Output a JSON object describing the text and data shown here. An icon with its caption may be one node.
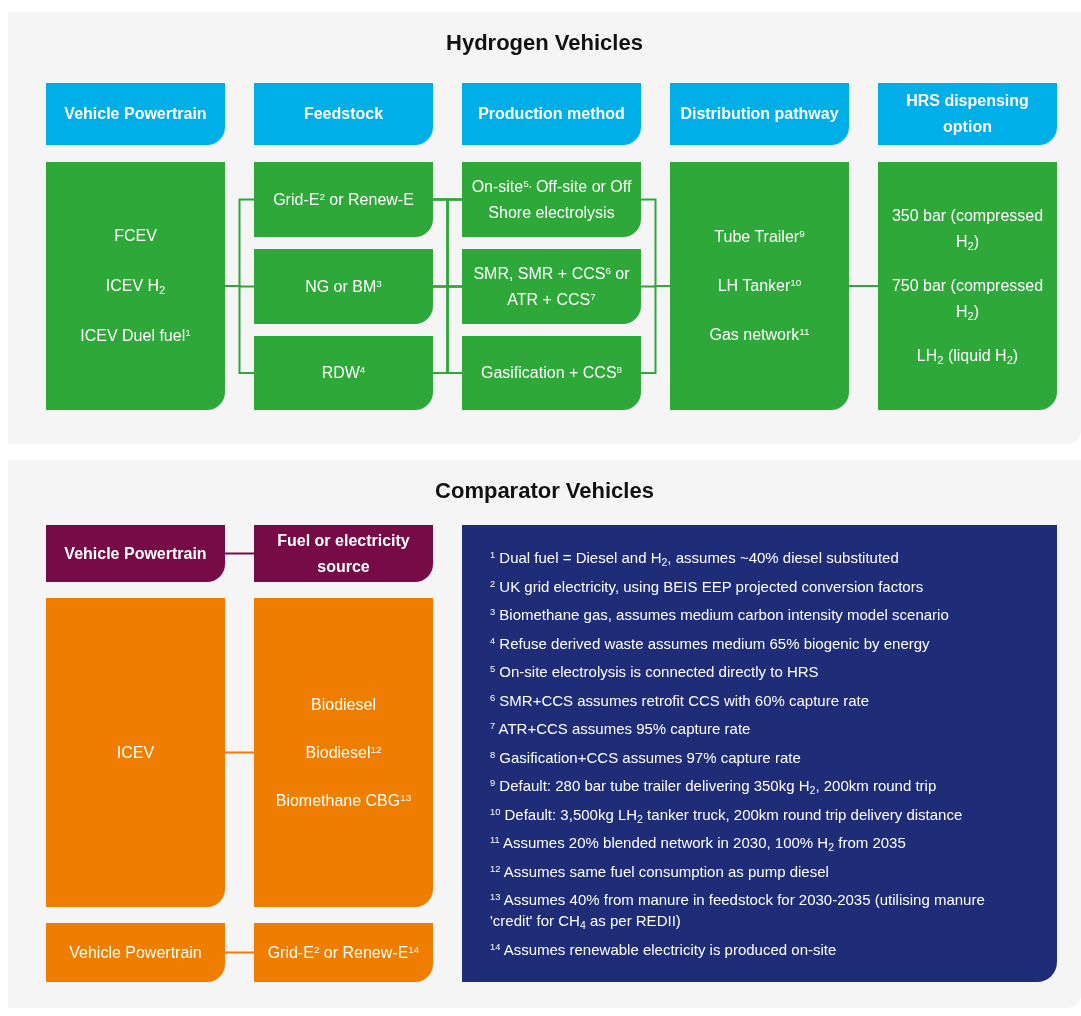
{
  "diagram": {
    "nodes": [
      {
        "text": [
          "Hydrogen Vehicles"
        ]
      },
      {
        "text": [
          "Vehicle Powertrain"
        ],
        "in": 0
      },
      {
        "text": [
          "Feedstock"
        ],
        "in": 0
      },
      {
        "text": [
          "Production method"
        ],
        "in": 0
      },
      {
        "text": [
          "Distribution pathway"
        ],
        "in": 0
      },
      {
        "text": [
          "HRS dispensing option"
        ],
        "in": 0
      },
      {
        "text": [
          "FCEV",
          "ICEV H$_{2}$",
          "ICEV Duel fuel$^{1}$"
        ],
        "in": 0
      },
      {
        "text": [
          "Grid-E$^{2}$ or Renew-E"
        ],
        "in": 0
      },
      {
        "text": [
          "NG or BM$^{3}$"
        ],
        "in": 0
      },
      {
        "text": [
          "RDW$^{4}$"
        ],
        "in": 0
      },
      {
        "text": [
          "On-site$^{5,}$ Off-site or Off Shore electrolysis"
        ],
        "in": 0
      },
      {
        "text": [
          "SMR, SMR + CCS$^{6}$ or ATR + CCS$^{7}$"
        ],
        "in": 0
      },
      {
        "text": [
          "Gasification + CCS$^{8}$"
        ],
        "in": 0
      },
      {
        "text": [
          "Tube Trailer$^{9}$",
          "LH Tanker$^{10}$",
          "Gas network$^{11}$"
        ],
        "in": 0
      },
      {
        "text": [
          "350 bar (compressed H$_{2}$)",
          "750 bar (compressed H$_{2}$)",
          "LH$_{2}$ (liquid H$_{2}$)"
        ],
        "in": 0
      },
      {
        "text": [
          "Comparator Vehicles"
        ]
      },
      {
        "text": [
          "Vehicle Powertrain"
        ],
        "in": 15
      },
      {
        "text": [
          "Fuel or electricity source"
        ],
        "in": 15
      },
      {
        "text": [
          "ICEV"
        ],
        "in": 15
      },
      {
        "text": [
          "Biodiesel",
          "Biodiesel$^{12}$",
          "Biomethane CBG$^{13}$"
        ],
        "in": 15
      },
      {
        "text": [
          "Vehicle Powertrain"
        ],
        "in": 15
      },
      {
        "text": [
          "Grid-E$^{2}$ or Renew-E$^{14}$"
        ],
        "in": 15
      },
      {
        "text": [
          "$^{1}$ Dual fuel = Diesel and H$_{2}$, assumes ~40% diesel substituted",
          "$^{2}$ UK grid electricity, using BEIS EEP projected conversion factors",
          "$^{3}$ Biomethane gas, assumes medium carbon intensity model scenario",
          "$^{4}$ Refuse derived waste assumes medium 65% biogenic by energy",
          "$^{5}$ On-site electrolysis is connected directly to HRS",
          "$^{6}$ SMR+CCS assumes retrofit CCS with 60% capture rate",
          "$^{7}$ ATR+CCS assumes 95% capture rate",
          "$^{8}$ Gasification+CCS assumes 97% capture rate",
          "$^{9}$ Default: 280 bar tube trailer delivering 350kg H$_{2}$, 200km round trip",
          "$^{10}$ Default: 3,500kg LH$_{2}$ tanker truck, 200km round trip delivery distance",
          "$^{11}$ Assumes 20% blended network in 2030, 100% H$_{2}$ from 2035",
          "$^{12}$ Assumes same fuel consumption as pump diesel",
          "$^{13}$ Assumes 40% from manure in feedstock for 2030-2035 (utilising manure 'credit' for CH$_{4}$ as per REDII)",
          "$^{14}$ Assumes renewable electricity is produced on-site"
        ],
        "in": 15
      }
    ],
    "edges": [
      {
        "from": 6,
        "to": 7,
        "arrow": "none"
      },
      {
        "from": 6,
        "to": 8,
        "arrow": "none"
      },
      {
        "from": 6,
        "to": 9,
        "arrow": "none"
      },
      {
        "from": 7,
        "to": 10,
        "arrow": "none"
      },
      {
        "from": 7,
        "to": 11,
        "arrow": "none"
      },
      {
        "from": 7,
        "to": 12,
        "arrow": "none"
      },
      {
        "from": 8,
        "to": 10,
        "arrow": "none"
      },
      {
        "from": 8,
        "to": 11,
        "arrow": "none"
      },
      {
        "from": 8,
        "to": 12,
        "arrow": "none"
      },
      {
        "from": 9,
        "to": 10,
        "arrow": "none"
      },
      {
        "from": 9,
        "to": 11,
        "arrow": "none"
      },
      {
        "from": 9,
        "to": 12,
        "arrow": "none"
      },
      {
        "from": 10,
        "to": 13,
        "arrow": "none"
      },
      {
        "from": 11,
        "to": 13,
        "arrow": "none"
      },
      {
        "from": 12,
        "to": 13,
        "arrow": "none"
      },
      {
        "from": 13,
        "to": 14,
        "arrow": "none"
      },
      {
        "from": 16,
        "to": 17,
        "arrow": "none",
        "color": "#760b47"
      },
      {
        "from": 18,
        "to": 19,
        "arrow": "none",
        "color": "#ef7d00"
      },
      {
        "from": 20,
        "to": 21,
        "arrow": "none",
        "color": "#ef7d00"
      }
    ]
  }
}
